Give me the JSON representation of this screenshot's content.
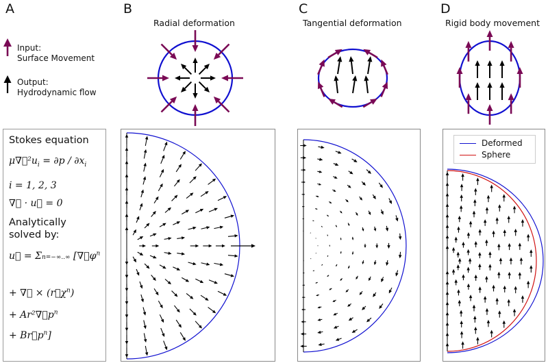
{
  "panels": {
    "a": {
      "letter": "A"
    },
    "b": {
      "letter": "B",
      "title": "Radial deformation"
    },
    "c": {
      "letter": "C",
      "title": "Tangential deformation"
    },
    "d": {
      "letter": "D",
      "title": "Rigid body movement"
    }
  },
  "legend": {
    "input_label": "Input:",
    "input_desc": "Surface Movement",
    "output_label": "Output:",
    "output_desc": "Hydrodynamic flow"
  },
  "equations": {
    "heading": "Stokes equation",
    "line_indices": "i = 1, 2, 3",
    "analytic_1": "Analytically",
    "analytic_2": "solved by:"
  },
  "panel_d_legend": {
    "deformed": "Deformed",
    "sphere": "Sphere"
  },
  "colors": {
    "circle": "#1010d0",
    "input_arrow": "#7a0a55",
    "output_arrow": "#000000",
    "deformed": "#1010d0",
    "sphere": "#d01010"
  }
}
